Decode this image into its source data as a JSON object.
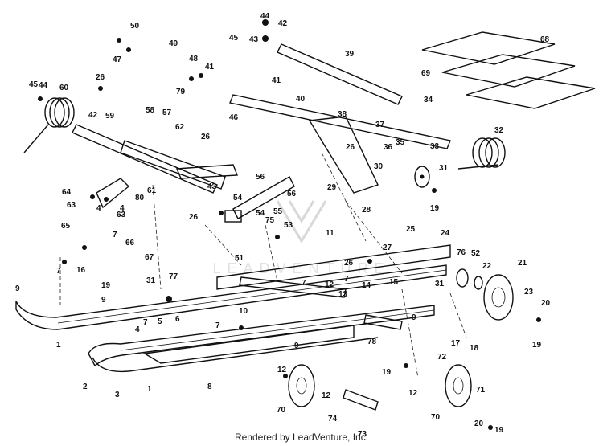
{
  "footer": "Rendered by LeadVenture, Inc.",
  "watermark": "LEADVENTURE",
  "colors": {
    "ink": "#111111",
    "background": "#ffffff",
    "watermark": "#d8d8d8"
  },
  "callouts": [
    "1",
    "1",
    "2",
    "3",
    "4",
    "4",
    "4",
    "5",
    "6",
    "7",
    "7",
    "7",
    "7",
    "7",
    "7",
    "8",
    "9",
    "9",
    "9",
    "9",
    "10",
    "11",
    "12",
    "12",
    "12",
    "12",
    "13",
    "14",
    "15",
    "16",
    "17",
    "18",
    "19",
    "19",
    "19",
    "19",
    "19",
    "20",
    "20",
    "21",
    "22",
    "23",
    "24",
    "25",
    "26",
    "26",
    "26",
    "26",
    "26",
    "27",
    "28",
    "29",
    "30",
    "31",
    "31",
    "31",
    "32",
    "33",
    "34",
    "35",
    "36",
    "37",
    "38",
    "39",
    "40",
    "41",
    "41",
    "42",
    "42",
    "43",
    "43",
    "44",
    "44",
    "45",
    "45",
    "46",
    "47",
    "48",
    "49",
    "50",
    "51",
    "52",
    "53",
    "54",
    "54",
    "55",
    "56",
    "56",
    "57",
    "58",
    "59",
    "60",
    "61",
    "62",
    "63",
    "63",
    "64",
    "65",
    "66",
    "67",
    "68",
    "69",
    "70",
    "70",
    "71",
    "72",
    "73",
    "74",
    "75",
    "76",
    "77",
    "78",
    "79",
    "80"
  ]
}
